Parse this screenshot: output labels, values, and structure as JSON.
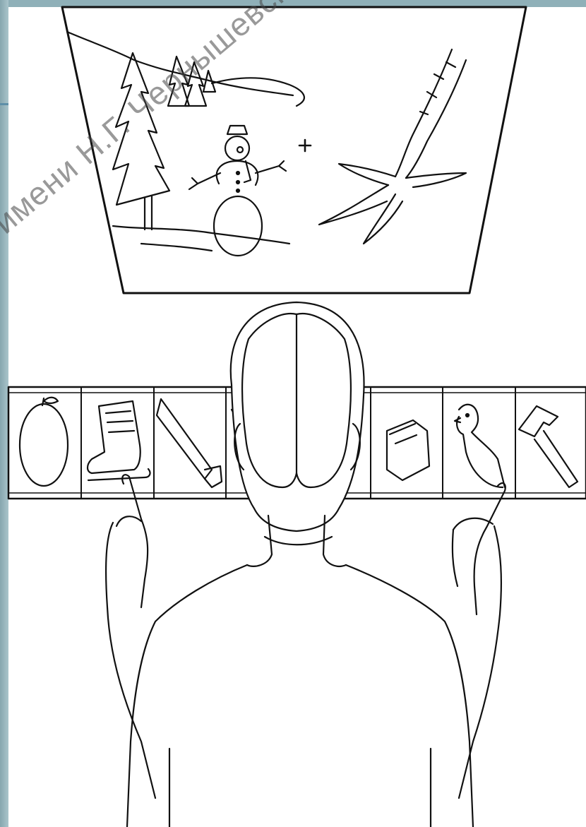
{
  "watermark": {
    "text": "имени Н.Г. Чернышевск"
  },
  "split_screen_left_image": "winter-scene-snowman",
  "split_screen_right_image": "chicken-foot",
  "left_row_cards": [
    "apple-icon",
    "ice-skate-icon",
    "saw-icon",
    "partial-card"
  ],
  "right_row_cards": [
    "toaster-icon",
    "chicken-icon",
    "hammer-icon"
  ],
  "left_hand_points_to": "ice-skate-icon",
  "right_hand_points_to": "chicken-icon"
}
